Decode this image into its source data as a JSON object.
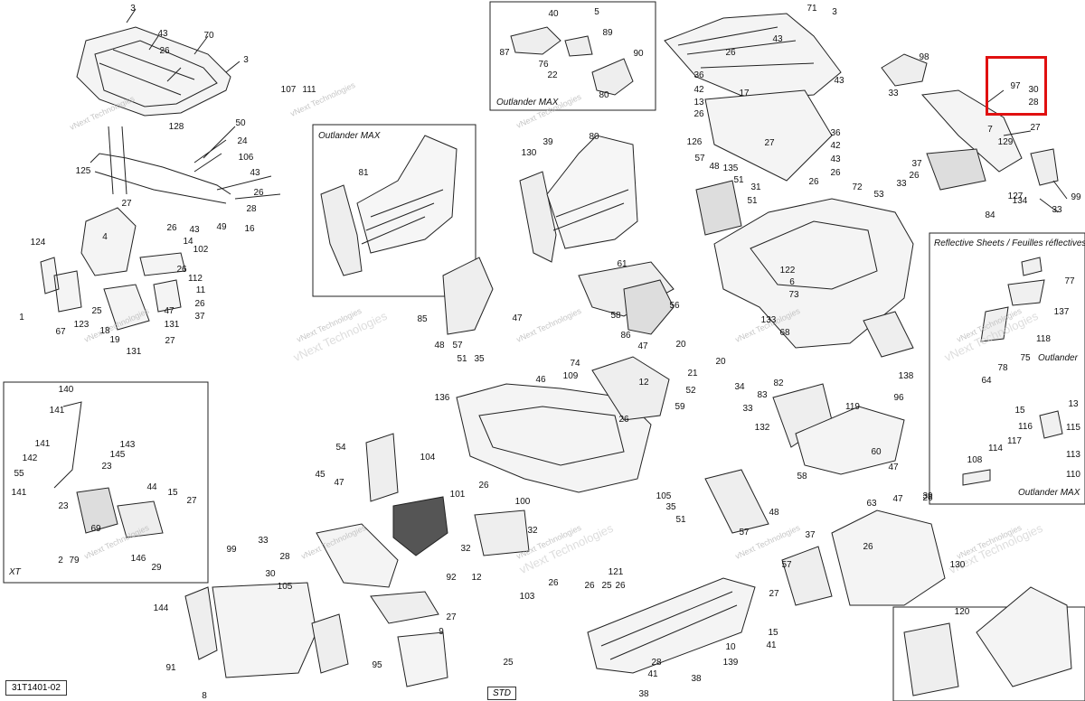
{
  "document": {
    "code": "31T1401-02",
    "std_tag": "STD"
  },
  "boxes": {
    "outlander_max_top": "Outlander MAX",
    "outlander_max_mid": "Outlander MAX",
    "reflective": "Reflective Sheets / Feuilles réflectives",
    "reflective_outlander": "Outlander",
    "reflective_outlander_max": "Outlander MAX",
    "xt": "XT"
  },
  "watermark": {
    "line1": "vNext Technologies",
    "big": "vNext Technologies"
  },
  "highlight_note": "97 30 28",
  "callouts": [
    "3",
    "43",
    "26",
    "70",
    "3",
    "125",
    "128",
    "50",
    "24",
    "106",
    "43",
    "26",
    "28",
    "16",
    "49",
    "26",
    "43",
    "27",
    "14",
    "4",
    "102",
    "124",
    "26",
    "112",
    "11",
    "26",
    "37",
    "131",
    "123",
    "18",
    "19",
    "131",
    "27",
    "25",
    "47",
    "67",
    "1",
    "40",
    "5",
    "89",
    "87",
    "76",
    "22",
    "90",
    "80",
    "39",
    "130",
    "80",
    "81",
    "71",
    "3",
    "43",
    "26",
    "43",
    "36",
    "42",
    "13",
    "26",
    "17",
    "126",
    "27",
    "36",
    "42",
    "43",
    "26",
    "48",
    "135",
    "57",
    "51",
    "31",
    "51",
    "26",
    "72",
    "53",
    "98",
    "33",
    "97",
    "30",
    "28",
    "27",
    "7",
    "129",
    "99",
    "37",
    "26",
    "33",
    "134",
    "127",
    "84",
    "33",
    "77",
    "137",
    "118",
    "75",
    "64",
    "78",
    "61",
    "58",
    "56",
    "86",
    "85",
    "47",
    "48",
    "57",
    "51",
    "35",
    "47",
    "21",
    "20",
    "133",
    "20",
    "122",
    "6",
    "73",
    "68",
    "138",
    "52",
    "34",
    "74",
    "46",
    "109",
    "12",
    "26",
    "59",
    "136",
    "82",
    "96",
    "83",
    "33",
    "132",
    "119",
    "60",
    "58",
    "47",
    "140",
    "141",
    "143",
    "141",
    "142",
    "145",
    "23",
    "55",
    "141",
    "23",
    "44",
    "15",
    "27",
    "69",
    "146",
    "29",
    "2",
    "79",
    "45",
    "47",
    "54",
    "104",
    "101",
    "32",
    "92",
    "12",
    "26",
    "100",
    "32",
    "26",
    "103",
    "144",
    "99",
    "33",
    "30",
    "105",
    "28",
    "27",
    "91",
    "8",
    "95",
    "9",
    "25",
    "105",
    "35",
    "51",
    "57",
    "48",
    "63",
    "47",
    "39",
    "37",
    "26",
    "130",
    "57",
    "120",
    "26",
    "121",
    "26",
    "25",
    "26",
    "27",
    "15",
    "41",
    "28",
    "38",
    "10",
    "139",
    "41",
    "38",
    "15",
    "13",
    "116",
    "115",
    "113",
    "114",
    "117",
    "108",
    "110",
    "107",
    "111"
  ]
}
